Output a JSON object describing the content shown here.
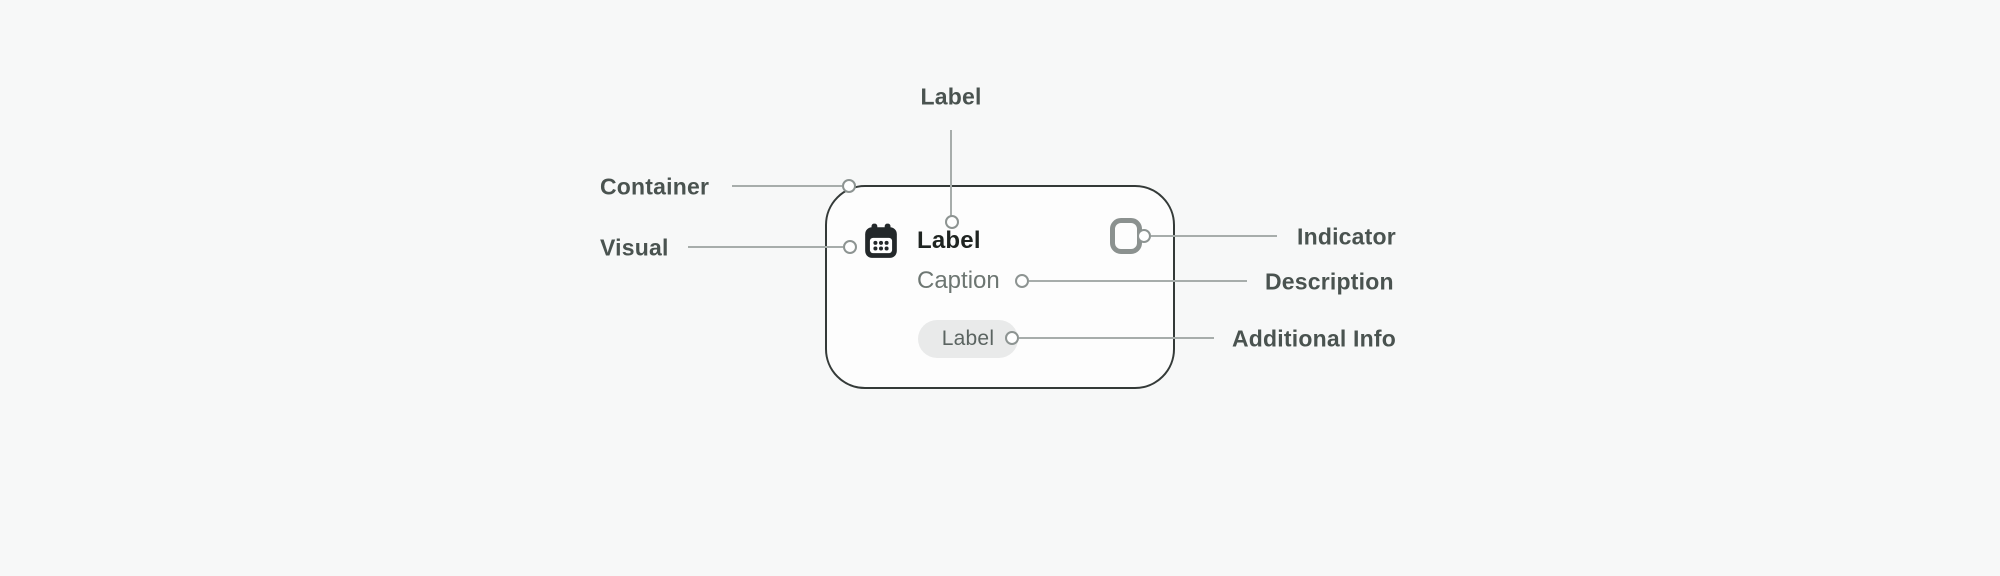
{
  "diagram_title": "list-item-anatomy",
  "colors": {
    "background": "#f7f8f8",
    "card_background": "#fdfdfd",
    "card_border": "#343a38",
    "callout_line": "#a7adab",
    "connector_dot_border": "#8d9492",
    "annotation_text": "#4a5350",
    "title_text": "#1f2421",
    "caption_text": "#6d7672",
    "badge_background": "#e9eaea",
    "badge_text": "#5b6461",
    "icon_color": "#23282a",
    "indicator_border": "#8b918f"
  },
  "card": {
    "title": "Label",
    "caption": "Caption",
    "badge_label": "Label",
    "visual_icon": "calendar-icon",
    "indicator_icon": "rounded-square-outline"
  },
  "annotations": {
    "top": {
      "label": "Label"
    },
    "left": [
      {
        "label": "Container"
      },
      {
        "label": "Visual"
      }
    ],
    "right": [
      {
        "label": "Indicator"
      },
      {
        "label": "Description"
      },
      {
        "label": "Additional Info"
      }
    ]
  }
}
